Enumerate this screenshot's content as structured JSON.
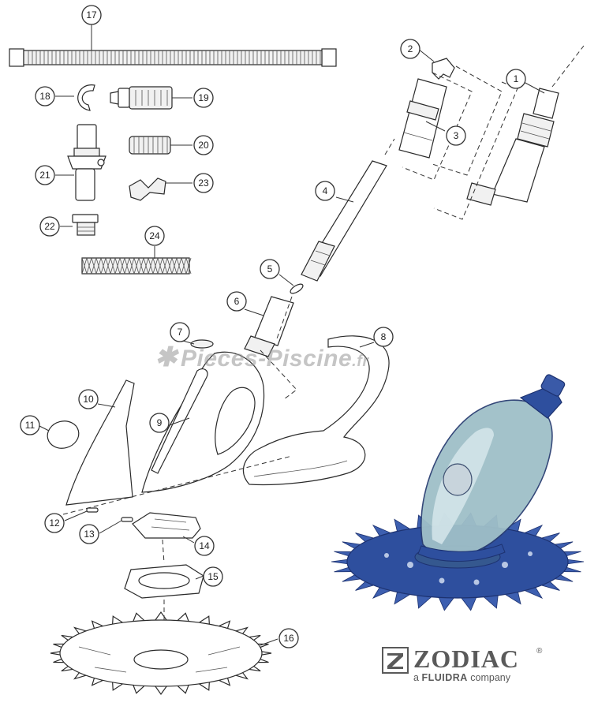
{
  "callouts": [
    "17",
    "2",
    "1",
    "18",
    "19",
    "3",
    "20",
    "21",
    "23",
    "4",
    "22",
    "24",
    "5",
    "6",
    "7",
    "8",
    "10",
    "9",
    "11",
    "12",
    "13",
    "14",
    "15",
    "16"
  ],
  "watermark": {
    "prefix": "Pieces-Piscine",
    "suffix": ".fr"
  },
  "logo": {
    "brand": "ZODIAC",
    "registered": "®",
    "tagline_prefix": "a",
    "tagline_brand": "FLUIDRA",
    "tagline_suffix": "company"
  },
  "colors": {
    "line": "#2a2a2a",
    "watermark": "#9a9a9a",
    "logo_grey": "#5a5a5a",
    "cleaner_blue": "#2e4f9e",
    "cleaner_body": "#9fbfc8"
  },
  "icons": [
    "zodiac-logo-mark-icon",
    "watermark-star-icon"
  ]
}
